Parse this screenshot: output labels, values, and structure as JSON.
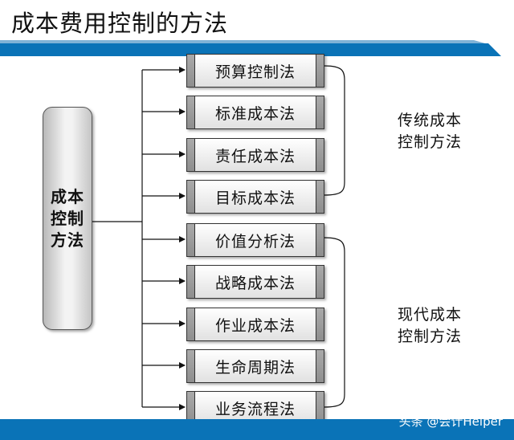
{
  "title": "成本费用控制的方法",
  "root_label": "成本控制方法",
  "methods": [
    "预算控制法",
    "标准成本法",
    "责任成本法",
    "目标成本法",
    "价值分析法",
    "战略成本法",
    "作业成本法",
    "生命周期法",
    "业务流程法"
  ],
  "groups": [
    {
      "label_line1": "传统成本",
      "label_line2": "控制方法"
    },
    {
      "label_line1": "现代成本",
      "label_line2": "控制方法"
    }
  ],
  "watermark": "头条 @会计Helper",
  "colors": {
    "accent_blue": "#0a73b7",
    "box_gray": "#9c9c9c"
  }
}
